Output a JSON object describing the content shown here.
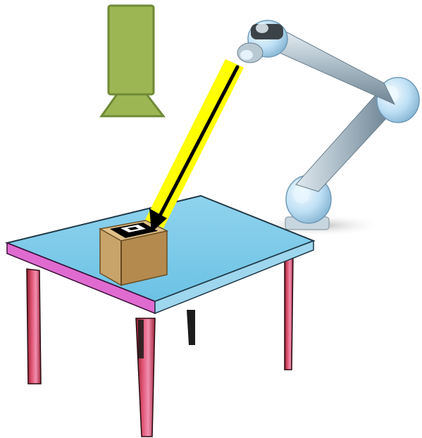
{
  "scene": {
    "background": "#ffffff",
    "objects": [
      {
        "name": "camera-icon",
        "kind": "camera",
        "color": "#9bb653",
        "outline": "#6f8a35"
      },
      {
        "name": "robot-arm-icon",
        "kind": "robot-arm",
        "color": "#a9bcc8",
        "joint_color": "#bfe0f5"
      },
      {
        "name": "table-icon",
        "kind": "table",
        "top_color": "#8fd3ee",
        "edge_color": "#e06bd0",
        "leg_color": "#d2415f"
      },
      {
        "name": "box-icon",
        "kind": "box",
        "color": "#c9a46a"
      },
      {
        "name": "marker-icon",
        "kind": "fiducial-marker",
        "color": "#000000"
      },
      {
        "name": "arrow-icon",
        "kind": "arrow",
        "fill": "#ffff00",
        "stroke": "#000000"
      }
    ]
  }
}
